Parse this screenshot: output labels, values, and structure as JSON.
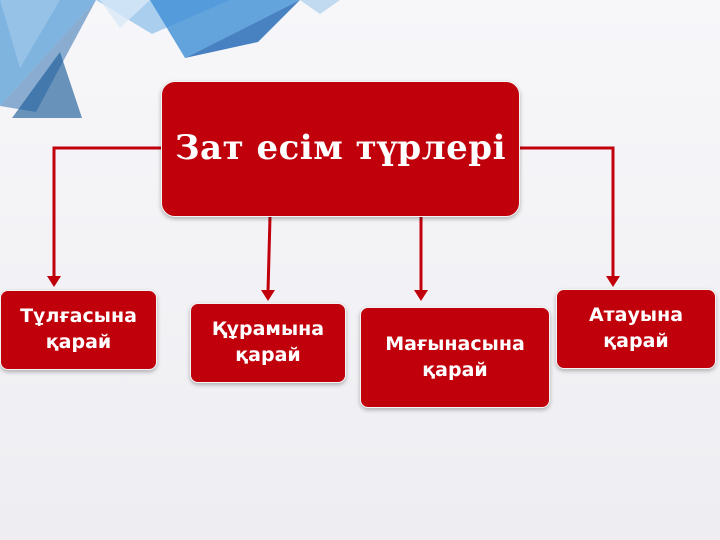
{
  "diagram": {
    "root": {
      "label": "Зат есім түрлері"
    },
    "children": [
      {
        "label": "Тұлғасына\nқарай"
      },
      {
        "label": "Құрамына\nқарай"
      },
      {
        "label": "Мағынасына\nқарай"
      },
      {
        "label": "Атауына\nқарай"
      }
    ]
  },
  "colors": {
    "box_fill": "#c0000b",
    "connector": "#c0000b",
    "text": "#ffffff",
    "decor_blue": "#2e7fc6"
  }
}
